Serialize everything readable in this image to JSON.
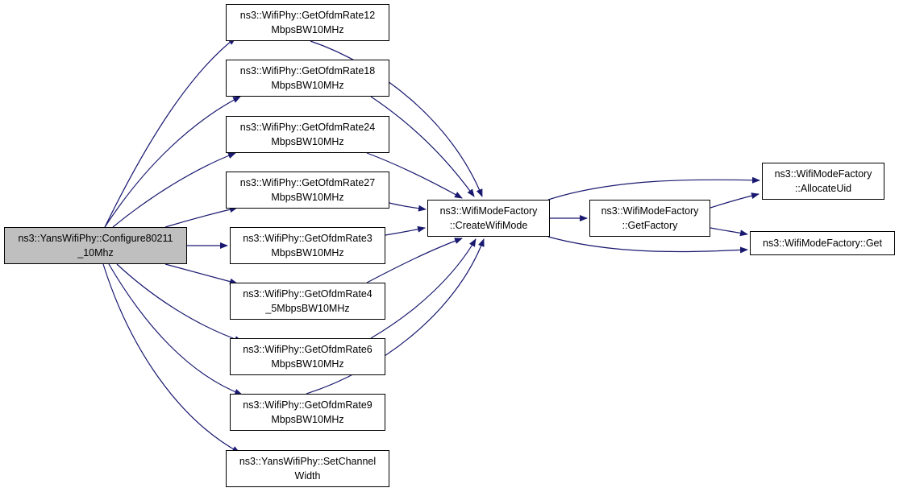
{
  "colors": {
    "edge": "#191970",
    "root_fill": "#bfbfbf",
    "node_fill": "#ffffff",
    "node_border": "#000000"
  },
  "nodes": {
    "configure": {
      "line1": "ns3::YansWifiPhy::Configure80211",
      "line2": "_10Mhz"
    },
    "rate12": {
      "line1": "ns3::WifiPhy::GetOfdmRate12",
      "line2": "MbpsBW10MHz"
    },
    "rate18": {
      "line1": "ns3::WifiPhy::GetOfdmRate18",
      "line2": "MbpsBW10MHz"
    },
    "rate24": {
      "line1": "ns3::WifiPhy::GetOfdmRate24",
      "line2": "MbpsBW10MHz"
    },
    "rate27": {
      "line1": "ns3::WifiPhy::GetOfdmRate27",
      "line2": "MbpsBW10MHz"
    },
    "rate3": {
      "line1": "ns3::WifiPhy::GetOfdmRate3",
      "line2": "MbpsBW10MHz"
    },
    "rate4_5": {
      "line1": "ns3::WifiPhy::GetOfdmRate4",
      "line2": "_5MbpsBW10MHz"
    },
    "rate6": {
      "line1": "ns3::WifiPhy::GetOfdmRate6",
      "line2": "MbpsBW10MHz"
    },
    "rate9": {
      "line1": "ns3::WifiPhy::GetOfdmRate9",
      "line2": "MbpsBW10MHz"
    },
    "setwidth": {
      "line1": "ns3::YansWifiPhy::SetChannel",
      "line2": "Width"
    },
    "createmode": {
      "line1": "ns3::WifiModeFactory",
      "line2": "::CreateWifiMode"
    },
    "getfactory": {
      "line1": "ns3::WifiModeFactory",
      "line2": "::GetFactory"
    },
    "allocuid": {
      "line1": "ns3::WifiModeFactory",
      "line2": "::AllocateUid"
    },
    "get": {
      "line1": "ns3::WifiModeFactory::Get"
    }
  }
}
